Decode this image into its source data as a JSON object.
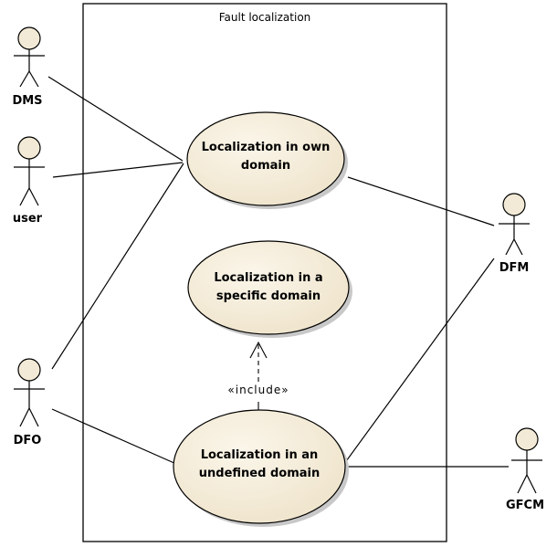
{
  "system": {
    "title": "Fault localization"
  },
  "actors": {
    "dms": "DMS",
    "user": "user",
    "dfo": "DFO",
    "dfm": "DFM",
    "gfcm": "GFCM"
  },
  "use_cases": {
    "own_domain": {
      "line1": "Localization in own",
      "line2": "domain"
    },
    "specific_domain": {
      "line1": "Localization in a",
      "line2": "specific domain"
    },
    "undefined_domain": {
      "line1": "Localization in an",
      "line2": "undefined domain"
    }
  },
  "relationships": {
    "include": "«include»"
  },
  "colors": {
    "actor_fill": "#f2ead6",
    "usecase_fill": "#f2ead6",
    "shadow": "#c8c8c8",
    "line": "#000000"
  }
}
